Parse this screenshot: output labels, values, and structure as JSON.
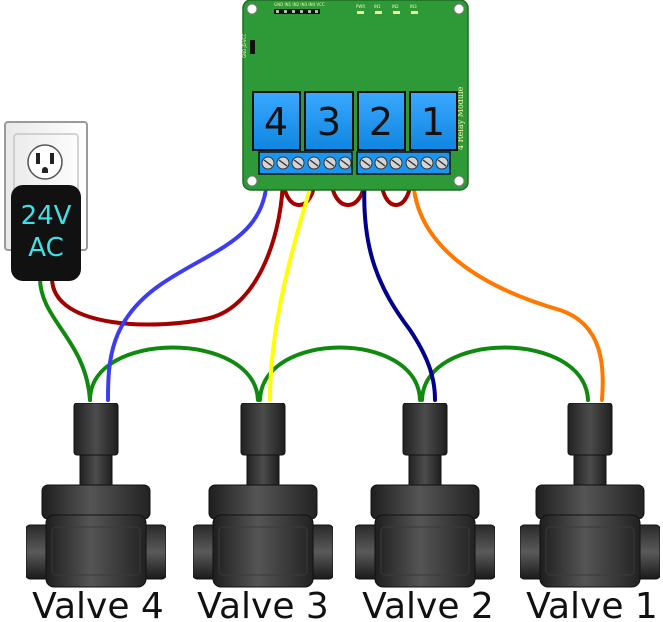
{
  "adapter": {
    "line1": "24V",
    "line2": "AC"
  },
  "relay_module": {
    "side_label": "4 Relay Module",
    "header_pins_text": "GND IN1 IN2 IN3 IN4 VCC",
    "jumper_text": "GND JD-VCC",
    "led_labels": [
      "PWR",
      "IN1",
      "IN2",
      "IN3"
    ],
    "relays": [
      {
        "label": "4"
      },
      {
        "label": "3"
      },
      {
        "label": "2"
      },
      {
        "label": "1"
      }
    ]
  },
  "valves": [
    {
      "label": "Valve 4"
    },
    {
      "label": "Valve 3"
    },
    {
      "label": "Valve 2"
    },
    {
      "label": "Valve 1"
    }
  ],
  "colors": {
    "board": "#2e9a37",
    "relay": "#1a96f0",
    "wire_common": "#a30000",
    "wire_green": "#0f8a0f",
    "wire_relay4": "#3c3cf0",
    "wire_relay3": "#ffff00",
    "wire_relay2": "#00008c",
    "wire_relay1": "#ff7800"
  }
}
